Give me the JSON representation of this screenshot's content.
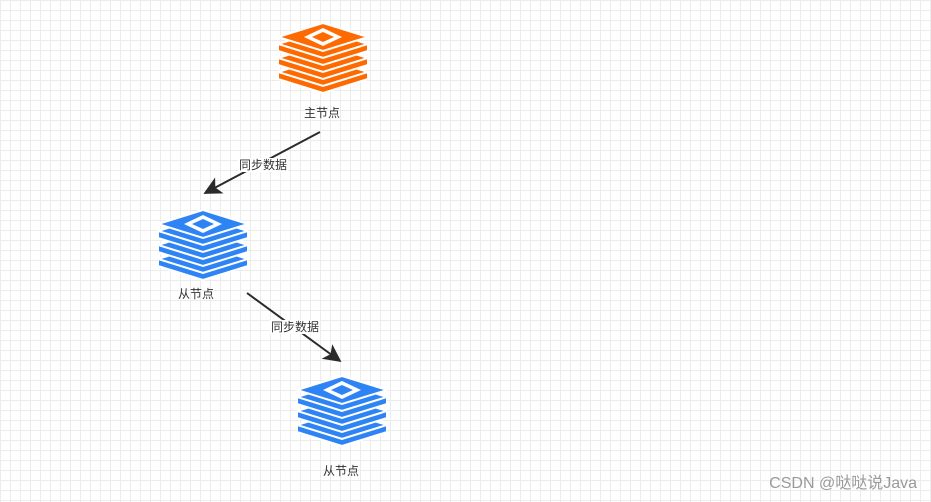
{
  "nodes": [
    {
      "id": "master",
      "label": "主节点",
      "color": "#ff6a00",
      "icon": "redis-stack-icon"
    },
    {
      "id": "slave1",
      "label": "从节点",
      "color": "#2f84f5",
      "icon": "redis-stack-icon"
    },
    {
      "id": "slave2",
      "label": "从节点",
      "color": "#2f84f5",
      "icon": "redis-stack-icon"
    }
  ],
  "edges": [
    {
      "from": "master",
      "to": "slave1",
      "label": "同步数据"
    },
    {
      "from": "slave1",
      "to": "slave2",
      "label": "同步数据"
    }
  ],
  "watermark": "CSDN @哒哒说Java"
}
